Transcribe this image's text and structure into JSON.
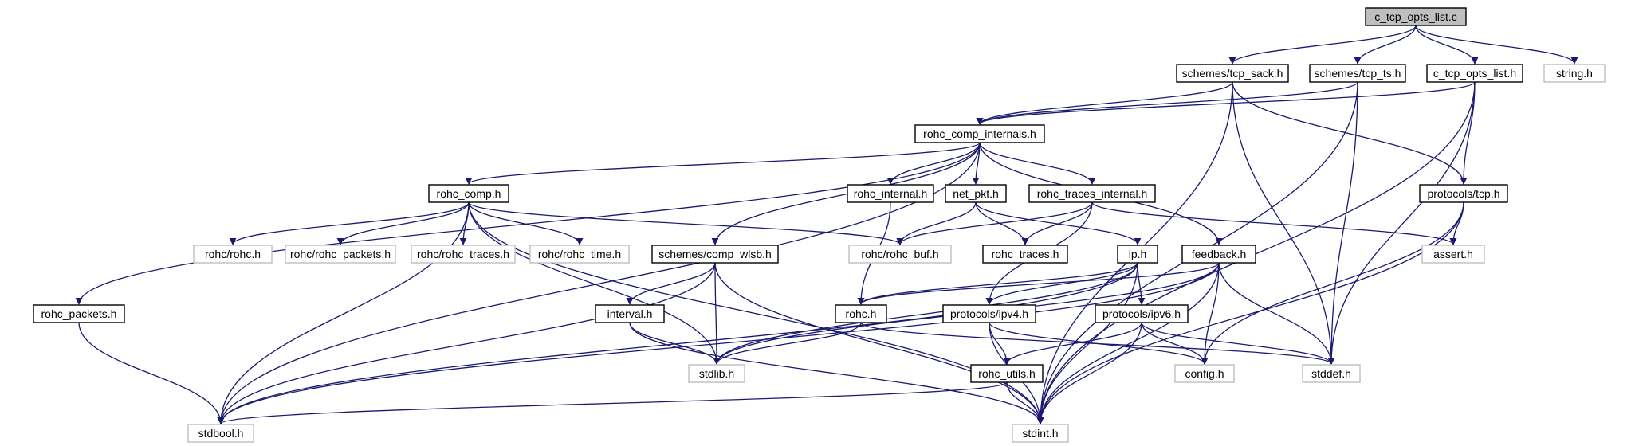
{
  "graph": {
    "root": "c_tcp_opts_list.c",
    "nodes": [
      {
        "id": "c_tcp_opts_list_c",
        "label": "c_tcp_opts_list.c",
        "kind": "root"
      },
      {
        "id": "schemes_tcp_sack_h",
        "label": "schemes/tcp_sack.h",
        "kind": "local"
      },
      {
        "id": "schemes_tcp_ts_h",
        "label": "schemes/tcp_ts.h",
        "kind": "local"
      },
      {
        "id": "c_tcp_opts_list_h",
        "label": "c_tcp_opts_list.h",
        "kind": "local"
      },
      {
        "id": "string_h",
        "label": "string.h",
        "kind": "external"
      },
      {
        "id": "rohc_comp_internals_h",
        "label": "rohc_comp_internals.h",
        "kind": "local"
      },
      {
        "id": "rohc_comp_h",
        "label": "rohc_comp.h",
        "kind": "local"
      },
      {
        "id": "rohc_internal_h",
        "label": "rohc_internal.h",
        "kind": "local"
      },
      {
        "id": "net_pkt_h",
        "label": "net_pkt.h",
        "kind": "local"
      },
      {
        "id": "rohc_traces_internal_h",
        "label": "rohc_traces_internal.h",
        "kind": "local"
      },
      {
        "id": "protocols_tcp_h",
        "label": "protocols/tcp.h",
        "kind": "local"
      },
      {
        "id": "rohc_rohc_h",
        "label": "rohc/rohc.h",
        "kind": "external"
      },
      {
        "id": "rohc_rohc_packets_h",
        "label": "rohc/rohc_packets.h",
        "kind": "external"
      },
      {
        "id": "rohc_rohc_traces_h",
        "label": "rohc/rohc_traces.h",
        "kind": "external"
      },
      {
        "id": "rohc_rohc_time_h",
        "label": "rohc/rohc_time.h",
        "kind": "external"
      },
      {
        "id": "schemes_comp_wlsb_h",
        "label": "schemes/comp_wlsb.h",
        "kind": "local"
      },
      {
        "id": "rohc_rohc_buf_h",
        "label": "rohc/rohc_buf.h",
        "kind": "external"
      },
      {
        "id": "rohc_traces_h",
        "label": "rohc_traces.h",
        "kind": "local"
      },
      {
        "id": "ip_h",
        "label": "ip.h",
        "kind": "local"
      },
      {
        "id": "feedback_h",
        "label": "feedback.h",
        "kind": "local"
      },
      {
        "id": "assert_h",
        "label": "assert.h",
        "kind": "external"
      },
      {
        "id": "rohc_packets_h",
        "label": "rohc_packets.h",
        "kind": "local"
      },
      {
        "id": "interval_h",
        "label": "interval.h",
        "kind": "local"
      },
      {
        "id": "rohc_h",
        "label": "rohc.h",
        "kind": "local"
      },
      {
        "id": "protocols_ipv4_h",
        "label": "protocols/ipv4.h",
        "kind": "local"
      },
      {
        "id": "protocols_ipv6_h",
        "label": "protocols/ipv6.h",
        "kind": "local"
      },
      {
        "id": "stdlib_h",
        "label": "stdlib.h",
        "kind": "external"
      },
      {
        "id": "rohc_utils_h",
        "label": "rohc_utils.h",
        "kind": "local"
      },
      {
        "id": "config_h",
        "label": "config.h",
        "kind": "external"
      },
      {
        "id": "stddef_h",
        "label": "stddef.h",
        "kind": "external"
      },
      {
        "id": "stdbool_h",
        "label": "stdbool.h",
        "kind": "external"
      },
      {
        "id": "stdint_h",
        "label": "stdint.h",
        "kind": "external"
      }
    ],
    "edges": [
      [
        "c_tcp_opts_list_c",
        "schemes_tcp_sack_h"
      ],
      [
        "c_tcp_opts_list_c",
        "schemes_tcp_ts_h"
      ],
      [
        "c_tcp_opts_list_c",
        "c_tcp_opts_list_h"
      ],
      [
        "c_tcp_opts_list_c",
        "string_h"
      ],
      [
        "schemes_tcp_sack_h",
        "rohc_comp_internals_h"
      ],
      [
        "schemes_tcp_sack_h",
        "protocols_tcp_h"
      ],
      [
        "schemes_tcp_sack_h",
        "stddef_h"
      ],
      [
        "schemes_tcp_sack_h",
        "stdint_h"
      ],
      [
        "schemes_tcp_ts_h",
        "rohc_comp_internals_h"
      ],
      [
        "schemes_tcp_ts_h",
        "stddef_h"
      ],
      [
        "schemes_tcp_ts_h",
        "stdint_h"
      ],
      [
        "c_tcp_opts_list_h",
        "rohc_comp_internals_h"
      ],
      [
        "c_tcp_opts_list_h",
        "protocols_tcp_h"
      ],
      [
        "c_tcp_opts_list_h",
        "stddef_h"
      ],
      [
        "c_tcp_opts_list_h",
        "stdint_h"
      ],
      [
        "rohc_comp_internals_h",
        "rohc_comp_h"
      ],
      [
        "rohc_comp_internals_h",
        "rohc_internal_h"
      ],
      [
        "rohc_comp_internals_h",
        "net_pkt_h"
      ],
      [
        "rohc_comp_internals_h",
        "rohc_traces_internal_h"
      ],
      [
        "rohc_comp_internals_h",
        "feedback_h"
      ],
      [
        "rohc_comp_internals_h",
        "schemes_comp_wlsb_h"
      ],
      [
        "rohc_comp_internals_h",
        "rohc_packets_h"
      ],
      [
        "rohc_comp_internals_h",
        "stdbool_h"
      ],
      [
        "rohc_comp_h",
        "rohc_rohc_h"
      ],
      [
        "rohc_comp_h",
        "rohc_rohc_packets_h"
      ],
      [
        "rohc_comp_h",
        "rohc_rohc_traces_h"
      ],
      [
        "rohc_comp_h",
        "rohc_rohc_time_h"
      ],
      [
        "rohc_comp_h",
        "rohc_rohc_buf_h"
      ],
      [
        "rohc_comp_h",
        "stdlib_h"
      ],
      [
        "rohc_comp_h",
        "stdbool_h"
      ],
      [
        "rohc_comp_h",
        "stdint_h"
      ],
      [
        "rohc_internal_h",
        "rohc_h"
      ],
      [
        "net_pkt_h",
        "rohc_rohc_buf_h"
      ],
      [
        "net_pkt_h",
        "rohc_traces_h"
      ],
      [
        "net_pkt_h",
        "ip_h"
      ],
      [
        "rohc_traces_internal_h",
        "rohc_rohc_buf_h"
      ],
      [
        "rohc_traces_internal_h",
        "rohc_traces_h"
      ],
      [
        "rohc_traces_internal_h",
        "assert_h"
      ],
      [
        "rohc_traces_internal_h",
        "protocols_ipv4_h"
      ],
      [
        "protocols_tcp_h",
        "assert_h"
      ],
      [
        "protocols_tcp_h",
        "config_h"
      ],
      [
        "protocols_tcp_h",
        "stdint_h"
      ],
      [
        "schemes_comp_wlsb_h",
        "interval_h"
      ],
      [
        "schemes_comp_wlsb_h",
        "stdlib_h"
      ],
      [
        "schemes_comp_wlsb_h",
        "stdbool_h"
      ],
      [
        "schemes_comp_wlsb_h",
        "stdint_h"
      ],
      [
        "ip_h",
        "rohc_h"
      ],
      [
        "ip_h",
        "protocols_ipv4_h"
      ],
      [
        "ip_h",
        "protocols_ipv6_h"
      ],
      [
        "ip_h",
        "stdlib_h"
      ],
      [
        "ip_h",
        "stdbool_h"
      ],
      [
        "ip_h",
        "stdint_h"
      ],
      [
        "feedback_h",
        "rohc_h"
      ],
      [
        "feedback_h",
        "config_h"
      ],
      [
        "feedback_h",
        "stddef_h"
      ],
      [
        "feedback_h",
        "stdint_h"
      ],
      [
        "feedback_h",
        "stdlib_h"
      ],
      [
        "feedback_h",
        "stdbool_h"
      ],
      [
        "rohc_packets_h",
        "stdbool_h"
      ],
      [
        "interval_h",
        "stdlib_h"
      ],
      [
        "interval_h",
        "stdint_h"
      ],
      [
        "rohc_h",
        "stdlib_h"
      ],
      [
        "rohc_h",
        "stddef_h"
      ],
      [
        "protocols_ipv4_h",
        "rohc_utils_h"
      ],
      [
        "protocols_ipv4_h",
        "config_h"
      ],
      [
        "protocols_ipv4_h",
        "stdint_h"
      ],
      [
        "protocols_ipv6_h",
        "rohc_utils_h"
      ],
      [
        "protocols_ipv6_h",
        "config_h"
      ],
      [
        "protocols_ipv6_h",
        "stddef_h"
      ],
      [
        "protocols_ipv6_h",
        "stdint_h"
      ],
      [
        "rohc_utils_h",
        "stdbool_h"
      ],
      [
        "rohc_utils_h",
        "stdint_h"
      ]
    ]
  }
}
